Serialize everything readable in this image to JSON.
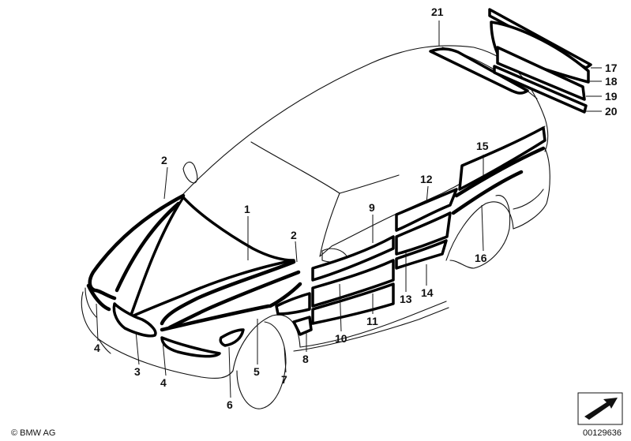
{
  "callouts": {
    "c1": "1",
    "c2a": "2",
    "c2b": "2",
    "c3": "3",
    "c4a": "4",
    "c4b": "4",
    "c5": "5",
    "c6": "6",
    "c7": "7",
    "c8": "8",
    "c9": "9",
    "c10": "10",
    "c11": "11",
    "c12": "12",
    "c13": "13",
    "c14": "14",
    "c15": "15",
    "c16": "16",
    "c17": "17",
    "c18": "18",
    "c19": "19",
    "c20": "20",
    "c21": "21"
  },
  "footer": {
    "copyright": "© BMW AG",
    "diagram_id": "00129636"
  },
  "icons": {
    "arrow": "direction-arrow-icon"
  }
}
